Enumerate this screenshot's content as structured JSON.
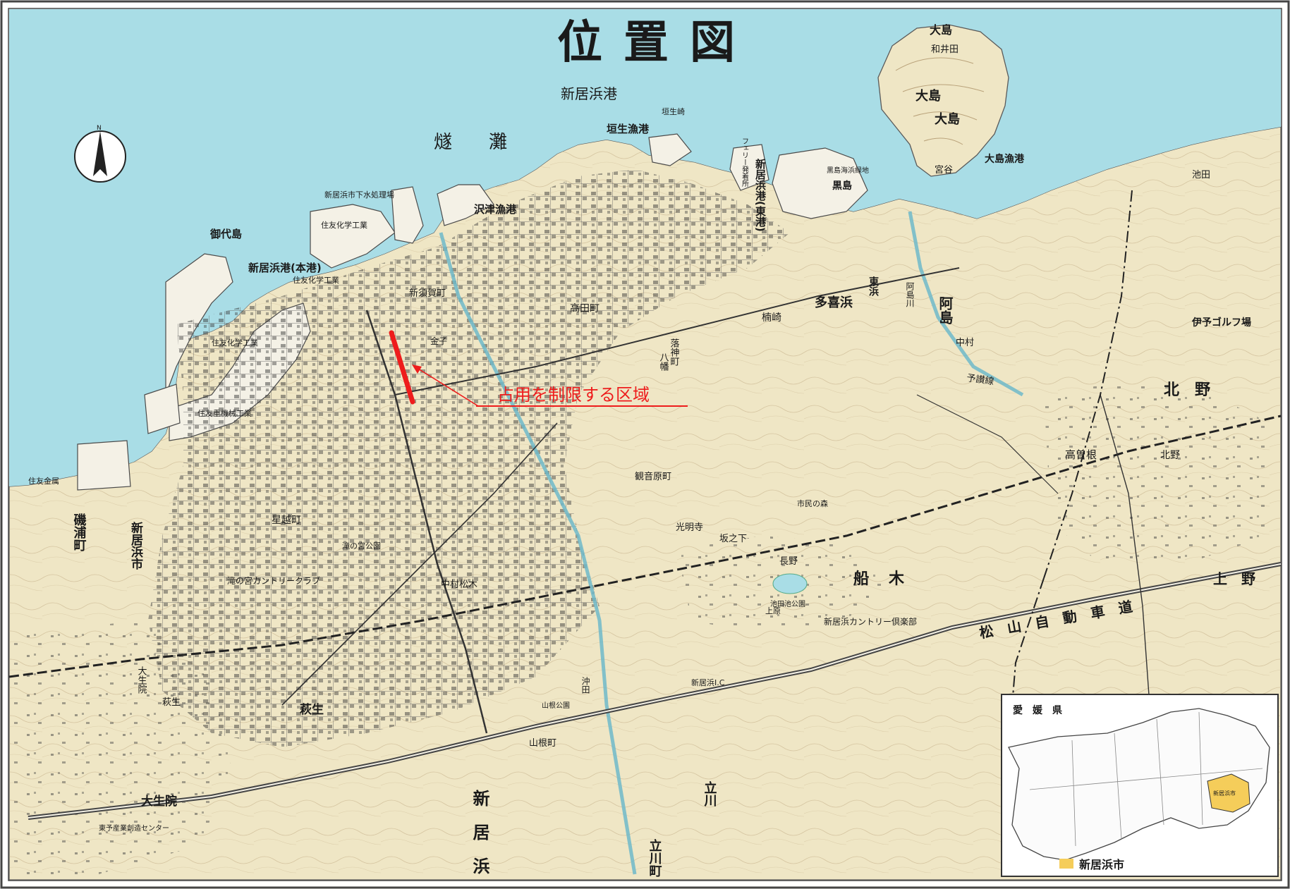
{
  "title": "位置図",
  "annotation": {
    "text": "占用を制限する区域"
  },
  "colors": {
    "sea": "#a9dde6",
    "land": "#efe6c5",
    "urban": "#f4f1e6",
    "contour": "#b9a27a",
    "road": "#555555",
    "restricted": "#ee1c1c",
    "highlight": "#f5cd5a",
    "frame": "#444444"
  },
  "places": {
    "niihama_port": "新居浜港",
    "hiuchi_nada": "燧　　灘",
    "kakiu_fishing_port": "垣生漁港",
    "kamozaki": "垣生崎",
    "sawazu_fishing_port": "沢津漁港",
    "sewage_plant": "新居浜市下水処理場",
    "sumitomo_chem_1": "住友化学工業",
    "sumitomo_chem_2": "住友化学工業",
    "sumitomo_chem_3": "住友化学工業",
    "sumitomo_heavy": "住友重機械工業",
    "sumitomo_metal": "住友金属",
    "mishiro_island": "御代島",
    "main_port": "新居浜港(本港)",
    "east_port": "新居浜港(東港)",
    "ferry": "フェリー発着所",
    "oshima": "大島",
    "oshima_2": "大島",
    "oshima_3": "大島",
    "wada": "和井田",
    "miyakubo": "宮谷",
    "oshima_fishing_port": "大島漁港",
    "kurojima_beach": "黒島海浜緑地",
    "kurojima": "黒島",
    "shinsudakacho": "新須賀町",
    "takadacho": "高田町",
    "ochikami": "落神町",
    "higashi_hama": "東浜",
    "tagahama": "多喜浜",
    "kusunozaki": "楠崎",
    "ajima": "阿島",
    "ajima_river": "阿島川",
    "kannonhara": "観音原町",
    "komyoji": "光明寺",
    "shimin_no_mori": "市民の森",
    "takinomiya_park": "滝の宮公園",
    "takinomiya_cc": "滝の宮カントリークラブ",
    "hoshigoe": "星越町",
    "isoura": "磯浦町",
    "niihama_city": "新居浜市",
    "funaki": "船木",
    "ikeda_park": "池田池公園",
    "niihama_cc": "新居浜カントリー倶楽部",
    "nagano": "長野",
    "hakken_kokan": "中村松木",
    "ogishi": "大生院",
    "ogishi_2": "大生院",
    "yamane_park": "山根公園",
    "yamane": "山根町",
    "kawahigashi": "立川町",
    "kawahigashi_2": "立川",
    "niihama_big": "新　居　浜",
    "niihama_ic": "新居浜I.C",
    "matsuyama_expressway": "松　山　自　動　車　道",
    "kitano": "北　野",
    "kitano_2": "北野",
    "kamino": "上　野",
    "takasone": "高曽根",
    "iyo_golf": "伊予ゴルフ場",
    "ikeda": "池田",
    "kawanoe": "萩生",
    "enoki": "坂之下",
    "yahata": "八幡",
    "kinsei": "金子",
    "oshima_line": "予讃線",
    "hitachi_center": "東予産業創造センター",
    "shimohara": "上原",
    "nakamura": "中村",
    "hagio": "萩生",
    "okitamo": "沖田"
  },
  "inset": {
    "prefecture": "愛　媛　県",
    "legend_label": "新居浜市",
    "city_tag": "新居浜市"
  },
  "compass": {
    "label": "N"
  }
}
